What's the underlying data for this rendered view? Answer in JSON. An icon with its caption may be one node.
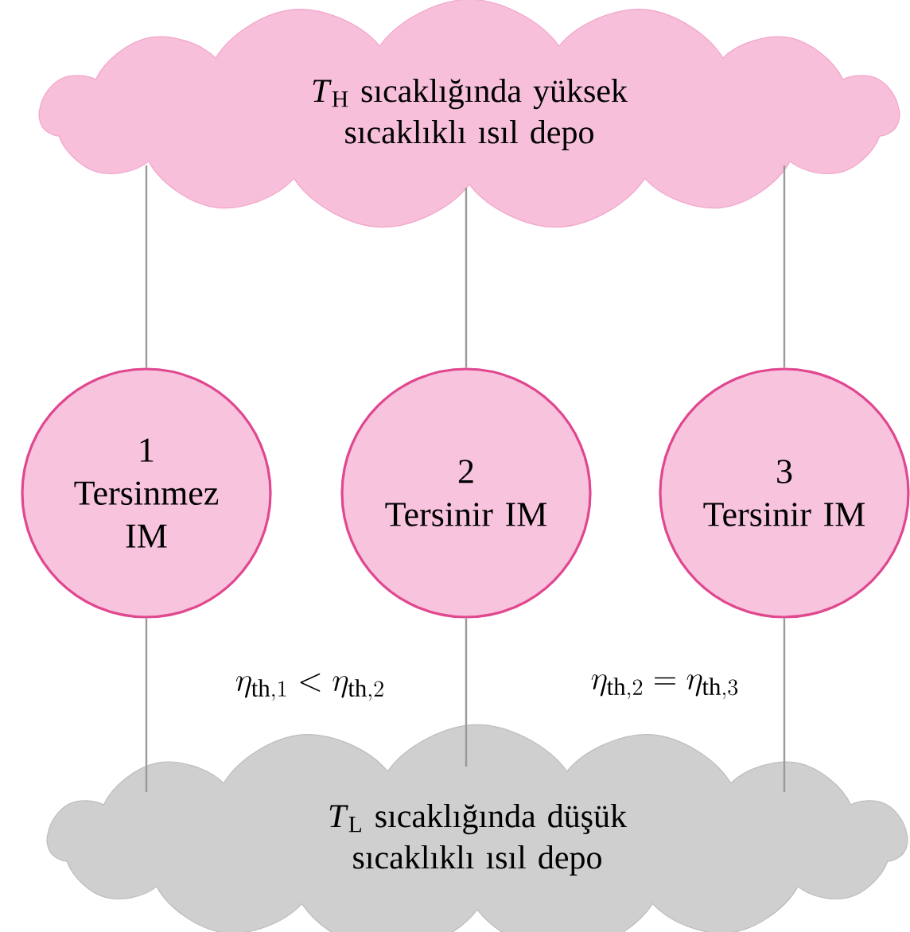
{
  "diagram": {
    "nodes": [
      {
        "text": [
          "*T*$_{H}$ sıcaklığında yüksek sıcaklıklı ısıl depo"
        ]
      },
      {
        "text": [
          "1",
          "Tersinmez IM"
        ]
      },
      {
        "text": [
          "2",
          "Tersinir IM"
        ]
      },
      {
        "text": [
          "3",
          "Tersinir IM"
        ]
      },
      {
        "text": [
          "*T*$_{L}$ sıcaklığında düşük sıcaklıklı ısıl depo"
        ]
      }
    ],
    "edges": [
      {
        "from": 0,
        "to": 1,
        "arrow": "none"
      },
      {
        "from": 0,
        "to": 2,
        "arrow": "none"
      },
      {
        "from": 0,
        "to": 3,
        "arrow": "none"
      },
      {
        "from": 1,
        "to": 4,
        "arrow": "none"
      },
      {
        "from": 2,
        "to": 4,
        "arrow": "none"
      },
      {
        "from": 3,
        "to": 4,
        "arrow": "none"
      }
    ],
    "labels": [
      "\\eta_{\\mathrm{th},1} < \\eta_{\\mathrm{th},2}",
      "\\eta_{\\mathrm{th},2} = \\eta_{\\mathrm{th},3}"
    ]
  }
}
